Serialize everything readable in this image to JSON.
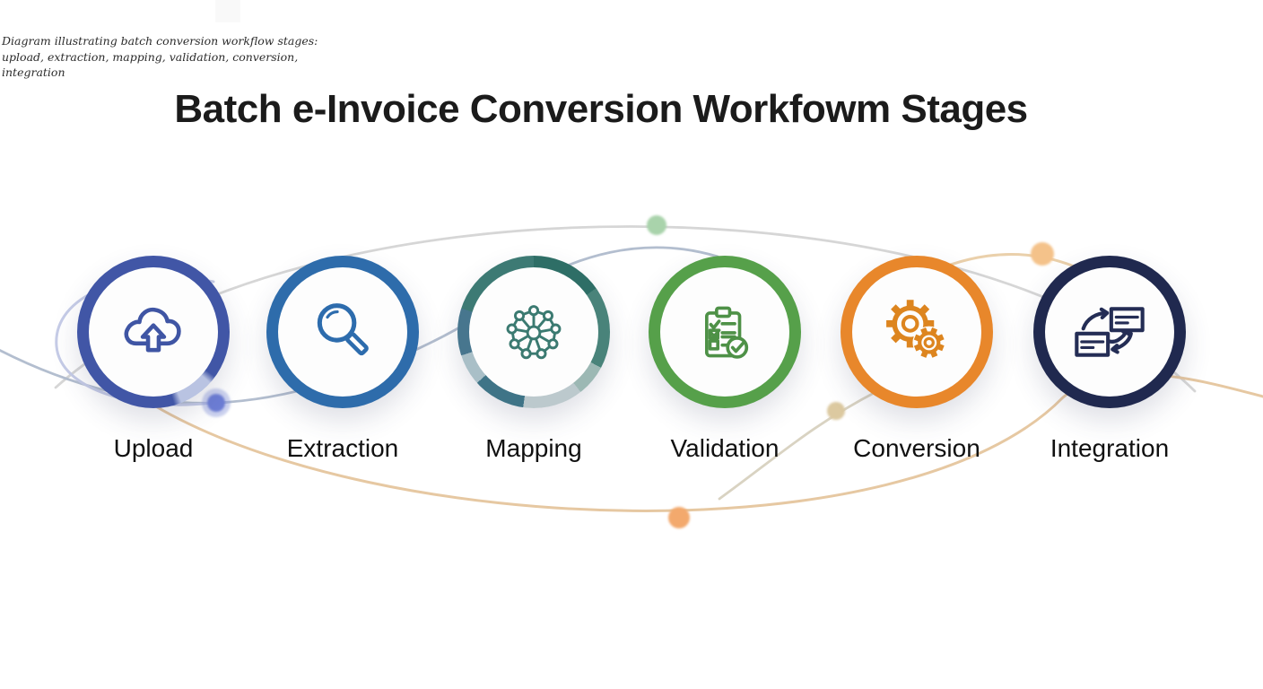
{
  "caption": "Diagram illustrating batch conversion workflow stages: upload, extraction, mapping, validation, conversion, integration",
  "title": "Batch e-Invoice Conversion Workfowm Stages",
  "stages": [
    {
      "label": "Upload",
      "icon": "cloud-upload-icon",
      "ring_color": "#4156a6",
      "icon_color": "#3f55a4"
    },
    {
      "label": "Extraction",
      "icon": "magnifier-icon",
      "ring_color": "#2e6cab",
      "icon_color": "#2d6cad"
    },
    {
      "label": "Mapping",
      "icon": "network-icon",
      "ring_color": "#3b7a72",
      "icon_color": "#3b7a71"
    },
    {
      "label": "Validation",
      "icon": "checklist-icon",
      "ring_color": "#56a04a",
      "icon_color": "#4e9147"
    },
    {
      "label": "Conversion",
      "icon": "gears-icon",
      "ring_color": "#e8872b",
      "icon_color": "#dd851f"
    },
    {
      "label": "Integration",
      "icon": "exchange-icon",
      "ring_color": "#20294f",
      "icon_color": "#242d55"
    }
  ],
  "decor": {
    "curves": [
      {
        "name": "top-gray-arc",
        "color": "#d6d6d6"
      },
      {
        "name": "blue-gray-wave",
        "color": "#b3becf"
      },
      {
        "name": "lavender-loop",
        "color": "#c6cce7"
      },
      {
        "name": "bottom-tan-swoosh",
        "color": "#e6c8a2"
      },
      {
        "name": "topright-tan-arc",
        "color": "#ead0ab"
      },
      {
        "name": "mid-tan-wave",
        "color": "#d9d3c2"
      }
    ],
    "dots": [
      {
        "name": "green-dot",
        "color": "#a9d3ab"
      },
      {
        "name": "blue-dot-halo",
        "color": "#8e9bdc"
      },
      {
        "name": "blue-dot",
        "color": "#6d7ed6"
      },
      {
        "name": "orange-dot-top",
        "color": "#f4c28a"
      },
      {
        "name": "tan-dot",
        "color": "#dcc9a0"
      },
      {
        "name": "orange-dot-bottom",
        "color": "#f3a96d"
      }
    ],
    "background": "#ffffff"
  }
}
